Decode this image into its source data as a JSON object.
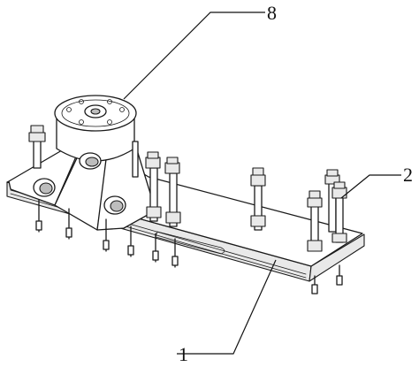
{
  "callouts": {
    "part_8": "8",
    "part_2": "2",
    "part_1": "1"
  },
  "colors": {
    "line": "#1a1a1a",
    "background": "#ffffff"
  }
}
